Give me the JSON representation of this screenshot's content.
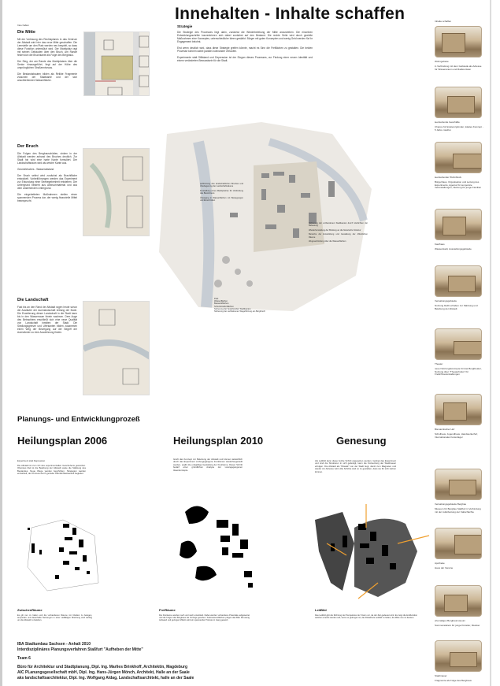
{
  "title": "Innehalten - Inhalte schaffen",
  "left": {
    "small_label": "Inne halten",
    "sections": [
      {
        "heading": "Die Mitte",
        "paras": [
          "Mit der Vorlesung des Rechtsplanes in das Zentrum der Altstadt wird hier das neue Mitte geschaffen. Die Leerstelle um den Platz werden neu bespielt, so dass diese Funktion unterstützt wird. Der Marktplatz ragt mit seinen Gebäuden über den Bruch. Am Rande findet sich die Bruchkante als Folge des Bergbaus.",
          "Der Steg, der am Rande des Marktplatzes über die Senke hinausgeführt, liegt auf der Höhe des ursprünglichen Straßenniveaus.",
          "Die Bestandsbauten bilden als Relikte Fragmente zwischen der Stadtkante und der sich anschließenden Wasserfläche."
        ]
      },
      {
        "heading": "Der Bruch",
        "paras": [
          "Die Folgen des Bergbauschäden, sinken in der Altstadt werden anhand des Bruches deutlich. Zur Stadt hin wird eine harte Kante formuliert. Der Landschaftsraum wird als weiche Kante aus.",
          "Geometrisches - Wasserabstand",
          "Der Bruch selbst wird zunächst als Brachfläche entwickelt. Vorbeiführungen werden das Experiment zur Erkundung einer Seebegebenheit entstehen. Der Untergrund besteht aus Abbruchmaterial und aus dem anstehenden Untergrund.",
          "Die eingebetteten Maßnahmen stellen einen spannenden Prozess dar, der wenig finanzielle Mittel beansprucht."
        ]
      },
      {
        "heading": "Die Landschaft",
        "paras": [
          "Fast bis an den Rand der Altstadt ragen heute schon die Ausläufer der Auenlandschaft entlang der Bode. Die Erweiterung dieser Landschaft in die Stadt kann bis in den Wasserraum hinein wachsen. Dem Auge des Betrachters erschließt sich eine neue Qualität von Landschaft inmitten der Stadt. Die Siedlungsgrenze und Uferkanten bilden zusammen einen Weg der Bewegung auf der Begriff der Auenränder zu eine Ausdehnung finden."
        ]
      }
    ]
  },
  "strategy": {
    "heading": "Strategie",
    "paras": [
      "Die Strategie des Prozesses liegt darin, zunächst die Wiederbelebung der Mitte anzustreben. Die einzelnen Entwicklungsschritte konzentrieren sich dabei zunächst auf den Bestand. Die rechte Seite wird durch gezielte Maßnahmen eine Konzeptes, unterschiedliche Ideen gestärkt. Bürger mit guten Konzepten und wenig Geld werden für ihr Engagement belohnt.",
      "Erst wenn deutlich wird, dass diese Strategie greifen könnte, macht es Sinn die Freiflächen zu gestalten. Die beiden Prozesse können dabei parallel zueinander verlaufen.",
      "Experimente statt Stillstand und Depression ist der Slogan dieses Prozesses, zur Findung einer neuen Identität und einem veränderten Bewusstsein für die Stadt."
    ]
  },
  "map": {
    "legend_left": [
      "Aufforstung des landschaftlichen Bruches und Überlagerung der Landschaftsräume",
      "Freistellung eines Marktplatzes für Verbindung des Bewohnens",
      "Übergang in Wasserflächen mit Bewegungen und Einschnitten"
    ],
    "legend_right": [
      "Sicherung der vorhandenen Stadtkanten durch Verdichten der Bebauung",
      "Wiederherstellung der Bindung an die historische Struktur",
      "Bereiche der Entwicklung und Gestaltung der öffentlichen Räume",
      "Wegeverbindung über die Wasserflächen"
    ],
    "legend_bottom": [
      "Park",
      "Wasserflächen",
      "Bauwerkflächen",
      "Schutzstreifenflächen",
      "Sicherung der bestehenden Stadtkanten",
      "Sicherung der verbliebenen Wegeführung am Bergbruch"
    ]
  },
  "sidebar": {
    "heading": "Inhalte schaffen",
    "items": [
      {
        "title": "Wohngebiete",
        "desc": "in Verbindung mit dem Gebäude als Adresse für Wissensraum und Radtouristen"
      },
      {
        "title": "leerstehende Geschäfte",
        "desc": "Chance für Existenzgründer, lokales Konzept - 5 Jahre mietfrei"
      },
      {
        "title": "leerstehender Wohnblock",
        "desc": "Bürgerhaus, Organisation und Leitung des Experiments, Agentur für temporäre Veranstaltungen, Nutzung für junge Familien"
      },
      {
        "title": "Kaufhaus",
        "desc": "Wasserstadt, Ausstellungsgebäude"
      },
      {
        "title": "Verwaltungsgebäude",
        "desc": "Nutzung bleibt erhalten zur Stärkung und Belebung der Altstadt"
      },
      {
        "title": "Theater",
        "desc": "neue Nutzungskonzepte für das Bergtheater, Nutzung über \"Theaterhofes\" für Freilichtveranstaltungen"
      },
      {
        "title": "Bismarckscher Hof",
        "desc": "Schulhaus, Jugendhaus, Handwerkerhof, Internationales Ferienlager"
      },
      {
        "title": "Verwaltungsgebäude Bergbau",
        "desc": "Museum für Bergbau Staßfurt in Verbindung mit der Aufarbeitung der Kalischächte"
      },
      {
        "title": "Apotheke",
        "desc": "Haus der Vereine"
      },
      {
        "title": "ehemaliges Bergbaumuseum",
        "desc": "Sommerateliers für junge Künstler, Musiker"
      },
      {
        "title": "Stadtmauer",
        "desc": "Fragmente als Folge des Bergbaus"
      }
    ]
  },
  "process": {
    "heading": "Planungs- und Entwicklungprozeß",
    "columns": [
      {
        "title": "Heilungsplan 2006",
        "subhead": "Experiment statt Depression",
        "text": "Die Altstadt ist zum Ort des experimentiellen Geschehens geworden. Oberstes Ziel ist die Belebung der Altstadt sowie die Stärkung des Bestandes. Neue Wege werden beschritten, Strategien werden entwickelt, der Prozess durch gezielte Öffentlichkeitsarbeit begleitet.",
        "caption": "ZwischenRäume",
        "caption_text": "Es gilt nun zu halten und die vorhandenen Räume mit Inhalten zu belegen, temporäre und dauerhafte Nutzungen in einer vielfältigen Mischung sind wichtig um die Altstadt zu beleben."
      },
      {
        "title": "Heilungsplan 2010",
        "subhead": "",
        "text": "Greift das Konzept zur Belebung der Altstadt und können tatsächlich durch das Experiment vorhergegangene Funktionen wiederhergestellt werden, ergibt die endgültige Gestaltung der Freiräume. Dieser Schritt bedarf einer gründlichen Analyse der vorangegangenen Ideenkonzepte.",
        "caption": "FreiRäume",
        "caption_text": "Die Freiräume werden nach und nach entwickelt. Dabei werden vorhandene Potentiale aufgewertet und die Folgen des Bergbaus als Vorzüge gesehen. Sukzessionsflächen prägen das Bild. Mit wenig Aufwand und geringen Mitteln wird ein spannender Prozess in Gang gesetzt."
      },
      {
        "title": "Genesung",
        "subhead": "",
        "text": "Als Leitbild kann dieser letzte Schritt angesehen werden. Gelingt das Experiment und sind die Strukturen in sich gefestigt, kann die Fortsetzung der Stadtmauer erfolgen. Die Altstadt als \"Mosaik\" von der Stadt liegt, damit zum Magneten und wieder zur Adresse wird. Alle Schritte sind so zu gestalten, dass sie für sich stehen können.",
        "caption": "LeitBild",
        "caption_text": "Das Leitbild gibt die Richtung der Perspektive der Vision vor, da der Ziel gedeutet wird. Es zeigt die Endfunktion welcher erreicht werden soll, wenn es gelungen ist, die Altstadt als Leitbild zu halten, die Mitte neu zu denken."
      }
    ]
  },
  "credits": {
    "line1": "IBA Stadtumbau Sachsen - Anhalt 2010",
    "line2": "Interdisziplinäres Planungsverfahren Staßfurt \"Aufheben der Mitte\"",
    "team": "Team 6",
    "offices": [
      "Büro für Architektur und Stadtplanung, Dipl. Ing. Marlies Brinkhoff, Architektin, Magdeburg",
      "AIC PLanungsgesellschaft mbH, Dipl. Ing. Hans-Jürgen Mönch, Architekt, Halle an der Saale",
      "aks landschaftsarchitektur, Dipl. Ing. Wolfgang Aldag, Landschaftsarchitekt, halle an der Saale"
    ]
  },
  "colors": {
    "accent_orange": "#f0a030",
    "sepia": "#b8a07c"
  }
}
